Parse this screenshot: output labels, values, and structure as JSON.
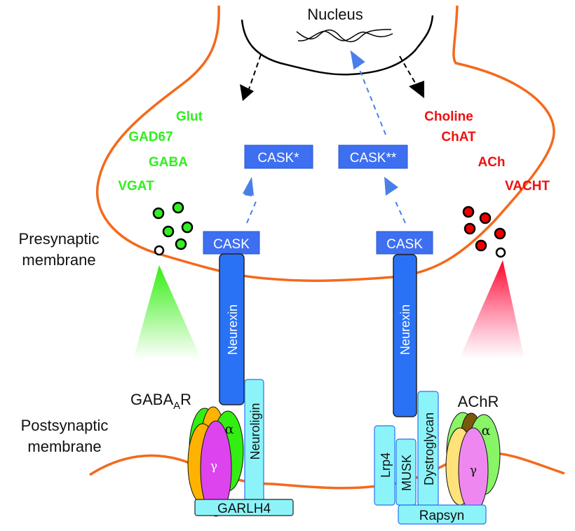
{
  "nucleus": {
    "label": "Nucleus"
  },
  "side_labels": {
    "presynaptic": [
      "Presynaptic",
      "membrane"
    ],
    "postsynaptic": [
      "Postsynaptic",
      "membrane"
    ]
  },
  "gaba_terminal": {
    "color": "#33ee22",
    "markers": [
      "Glut",
      "GAD67",
      "GABA",
      "VGAT"
    ],
    "vesicle_fill": "#33ee22"
  },
  "ach_terminal": {
    "color": "#ee1111",
    "markers": [
      "Choline",
      "ChAT",
      "ACh",
      "VACHT"
    ],
    "vesicle_fill": "#ee0000"
  },
  "cask": {
    "left_membrane": "CASK",
    "right_membrane": "CASK",
    "left_activated": "CASK*",
    "right_activated": "CASK**",
    "color": "#3d6ff0"
  },
  "neurexin": {
    "left": "Neurexin",
    "right": "Neurexin",
    "color": "#2a72f5"
  },
  "gaba_receptor": {
    "name_main": "GABA",
    "name_sub": "A",
    "name_tail": "R",
    "alpha": "α",
    "gamma": "γ",
    "neuroligin": "Neuroligin",
    "garlh4": "GARLH4"
  },
  "ach_receptor": {
    "name": "AChR",
    "alpha": "α",
    "gamma": "γ",
    "lrp4": "Lrp4",
    "musk": "MUSK",
    "dystroglycan": "Dystroglycan",
    "rapsyn": "Rapsyn"
  },
  "colors": {
    "membrane": "#f36a1c",
    "scaffold_fill": "#8cf4f8",
    "scaffold_stroke": "#2a72f5"
  }
}
